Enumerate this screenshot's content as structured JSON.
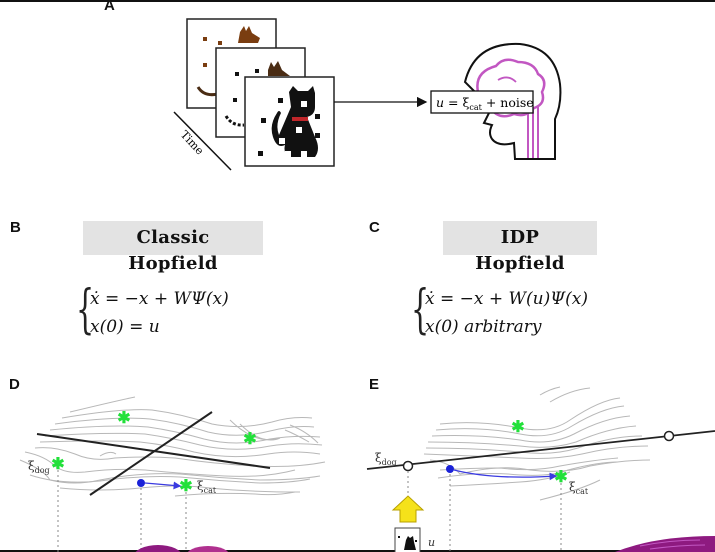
{
  "figure": {
    "panels": {
      "A": {
        "label": "A",
        "time_label": "Time",
        "formula": "u = ξcat + noise",
        "formula_parts": {
          "lhs": "u = ",
          "xi": "ξ",
          "sub": "cat",
          "rhs": " + noise"
        }
      },
      "B": {
        "label": "B",
        "title": "Classic Hopfield",
        "eq_line1": "ẋ = −x + WΨ(x)",
        "eq_line2": "x(0) = u"
      },
      "C": {
        "label": "C",
        "title": "IDP Hopfield",
        "eq_line1": "ẋ = −x + W(u)Ψ(x)",
        "eq_line2": "x(0)  arbitrary"
      },
      "D": {
        "label": "D",
        "xi_dog": "ξ",
        "xi_dog_sub": "dog",
        "xi_cat": "ξ",
        "xi_cat_sub": "cat"
      },
      "E": {
        "label": "E",
        "xi_dog": "ξ",
        "xi_dog_sub": "dog",
        "xi_cat": "ξ",
        "xi_cat_sub": "cat",
        "u_label": "u"
      }
    },
    "colors": {
      "attractor": "#22e03a",
      "state": "#1a22d8",
      "trajectory": "#3a3ae0",
      "brain": "#c257c2",
      "contour": "#b8b8b8",
      "title_bg": "#e3e3e3",
      "dog_dark": "#4a2c14",
      "dog_brown": "#7a3d10",
      "collar": "#c0262a",
      "arrow_yellow": "#f5e21a",
      "surface": "#8e1a80"
    }
  }
}
